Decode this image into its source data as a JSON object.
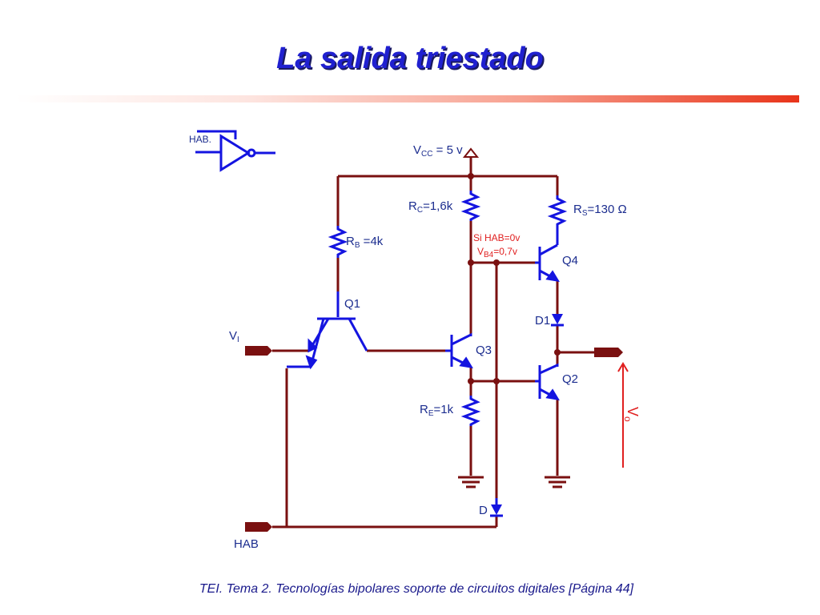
{
  "slide": {
    "title": "La salida triestado",
    "footer": "TEI. Tema 2. Tecnologías bipolares soporte de circuitos digitales [Página 44]"
  },
  "circuit": {
    "gate_label": "HAB.",
    "vcc": {
      "main": "V",
      "sub": "CC",
      "rest": " = 5 v"
    },
    "rb": {
      "main": "R",
      "sub": "B",
      "rest": " =4k"
    },
    "rc": {
      "main": "R",
      "sub": "C",
      "rest": "=1,6k"
    },
    "rs": {
      "main": "R",
      "sub": "S",
      "rest": "=130 Ω"
    },
    "re": {
      "main": "R",
      "sub": "E",
      "rest": "=1k"
    },
    "q1": "Q1",
    "q2": "Q2",
    "q3": "Q3",
    "q4": "Q4",
    "d1": "D1",
    "d": "D",
    "vi": {
      "main": "V",
      "sub": "I"
    },
    "hab": "HAB",
    "note_line1": "Si HAB=0v",
    "note_line2": {
      "main": "V",
      "sub": "B4",
      "rest": "=0,7v"
    },
    "vo": {
      "main": "V",
      "sub": "o"
    }
  },
  "colors": {
    "wire": "#7a1010",
    "component": "#1414e0",
    "label": "#1c2d8f",
    "annotation": "#e02020",
    "title": "#2020d0"
  }
}
